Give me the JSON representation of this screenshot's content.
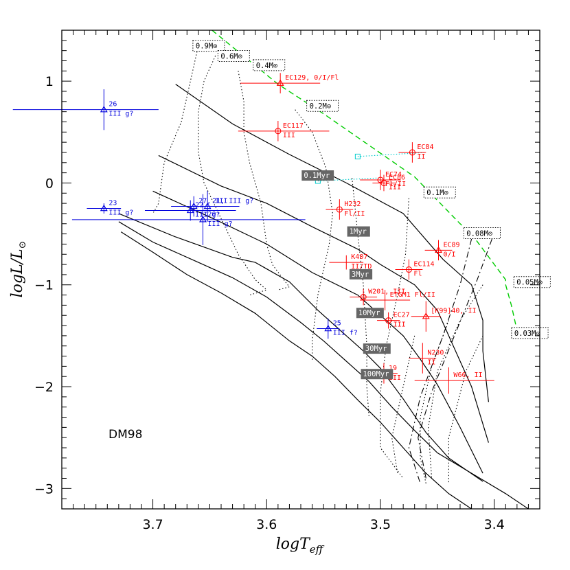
{
  "chart_data": {
    "type": "scatter",
    "xlabel": "logT_eff",
    "ylabel": "logL/L_sun",
    "xlim": [
      3.78,
      3.36
    ],
    "ylim": [
      -3.2,
      1.5
    ],
    "x_ticks": [
      "3.7",
      "3.6",
      "3.5",
      "3.4"
    ],
    "x_tick_values": [
      3.7,
      3.6,
      3.5,
      3.4
    ],
    "y_ticks": [
      "−3",
      "−2",
      "−1",
      "0",
      "1"
    ],
    "y_tick_values": [
      -3,
      -2,
      -1,
      0,
      1
    ],
    "annotation": "DM98",
    "colors": {
      "red": "#ff0000",
      "blue": "#0000dd",
      "green": "#00cc00",
      "cyan": "#00cccc",
      "box": "#666666"
    },
    "isochrones": [
      {
        "label": "0.1Myr",
        "label_at": [
          3.568,
          0.05
        ],
        "points": [
          [
            3.68,
            0.97
          ],
          [
            3.63,
            0.58
          ],
          [
            3.58,
            0.28
          ],
          [
            3.53,
            0.0
          ],
          [
            3.48,
            -0.3
          ],
          [
            3.445,
            -0.75
          ],
          [
            3.42,
            -1.0
          ],
          [
            3.41,
            -1.35
          ],
          [
            3.41,
            -1.65
          ],
          [
            3.405,
            -2.15
          ]
        ]
      },
      {
        "label": "1Myr",
        "label_at": [
          3.528,
          -0.5
        ],
        "points": [
          [
            3.695,
            0.27
          ],
          [
            3.64,
            -0.03
          ],
          [
            3.6,
            -0.2
          ],
          [
            3.56,
            -0.43
          ],
          [
            3.52,
            -0.65
          ],
          [
            3.5,
            -0.8
          ],
          [
            3.47,
            -1.0
          ],
          [
            3.45,
            -1.25
          ],
          [
            3.44,
            -1.5
          ],
          [
            3.42,
            -2.0
          ],
          [
            3.405,
            -2.55
          ]
        ]
      },
      {
        "label": "3Myr",
        "label_at": [
          3.526,
          -0.92
        ],
        "points": [
          [
            3.7,
            -0.08
          ],
          [
            3.645,
            -0.36
          ],
          [
            3.6,
            -0.6
          ],
          [
            3.56,
            -0.88
          ],
          [
            3.52,
            -1.1
          ],
          [
            3.5,
            -1.3
          ],
          [
            3.48,
            -1.5
          ],
          [
            3.465,
            -1.73
          ],
          [
            3.45,
            -1.98
          ],
          [
            3.43,
            -2.4
          ],
          [
            3.41,
            -2.85
          ]
        ]
      },
      {
        "label": "10Myr",
        "label_at": [
          3.52,
          -1.3
        ],
        "points": [
          [
            3.73,
            -0.3
          ],
          [
            3.68,
            -0.53
          ],
          [
            3.63,
            -0.73
          ],
          [
            3.61,
            -0.78
          ],
          [
            3.58,
            -0.97
          ],
          [
            3.555,
            -1.25
          ],
          [
            3.535,
            -1.45
          ],
          [
            3.515,
            -1.65
          ],
          [
            3.5,
            -1.82
          ],
          [
            3.48,
            -2.12
          ],
          [
            3.46,
            -2.45
          ],
          [
            3.44,
            -2.7
          ],
          [
            3.41,
            -2.93
          ]
        ]
      },
      {
        "label": "30Myr",
        "label_at": [
          3.514,
          -1.65
        ],
        "points": [
          [
            3.73,
            -0.38
          ],
          [
            3.7,
            -0.58
          ],
          [
            3.66,
            -0.78
          ],
          [
            3.63,
            -0.93
          ],
          [
            3.6,
            -1.12
          ],
          [
            3.57,
            -1.37
          ],
          [
            3.55,
            -1.55
          ],
          [
            3.53,
            -1.75
          ],
          [
            3.51,
            -1.95
          ],
          [
            3.49,
            -2.2
          ],
          [
            3.47,
            -2.43
          ],
          [
            3.45,
            -2.65
          ],
          [
            3.42,
            -2.85
          ],
          [
            3.39,
            -3.05
          ],
          [
            3.37,
            -3.2
          ]
        ]
      },
      {
        "label": "100Myr",
        "label_at": [
          3.516,
          -1.9
        ],
        "points": [
          [
            3.728,
            -0.48
          ],
          [
            3.7,
            -0.68
          ],
          [
            3.67,
            -0.9
          ],
          [
            3.64,
            -1.08
          ],
          [
            3.61,
            -1.28
          ],
          [
            3.58,
            -1.55
          ],
          [
            3.56,
            -1.7
          ],
          [
            3.54,
            -1.9
          ],
          [
            3.52,
            -2.13
          ],
          [
            3.5,
            -2.35
          ],
          [
            3.48,
            -2.6
          ],
          [
            3.46,
            -2.85
          ],
          [
            3.44,
            -3.05
          ],
          [
            3.42,
            -3.2
          ]
        ]
      }
    ],
    "tracks": [
      {
        "label": "0.9M⊙",
        "label_at": [
          3.663,
          1.32
        ],
        "style": "dotted",
        "points": [
          [
            3.66,
            1.35
          ],
          [
            3.665,
            1.1
          ],
          [
            3.675,
            0.6
          ],
          [
            3.69,
            0.2
          ],
          [
            3.695,
            -0.2
          ],
          [
            3.7,
            -0.3
          ]
        ]
      },
      {
        "label": "0.6M⊙",
        "label_at": [
          3.641,
          1.22
        ],
        "style": "dotted",
        "points": [
          [
            3.645,
            1.25
          ],
          [
            3.655,
            1.0
          ],
          [
            3.66,
            0.7
          ],
          [
            3.66,
            0.3
          ],
          [
            3.655,
            0.0
          ],
          [
            3.64,
            -0.35
          ],
          [
            3.625,
            -0.7
          ],
          [
            3.61,
            -0.95
          ],
          [
            3.6,
            -1.05
          ],
          [
            3.615,
            -1.1
          ]
        ]
      },
      {
        "label": "0.4M⊙",
        "label_at": [
          3.61,
          1.13
        ],
        "style": "dotted",
        "points": [
          [
            3.625,
            1.1
          ],
          [
            3.62,
            0.8
          ],
          [
            3.62,
            0.5
          ],
          [
            3.615,
            0.2
          ],
          [
            3.605,
            -0.2
          ],
          [
            3.6,
            -0.6
          ],
          [
            3.595,
            -0.8
          ],
          [
            3.585,
            -0.95
          ],
          [
            3.58,
            -1.02
          ],
          [
            3.59,
            -1.05
          ]
        ]
      },
      {
        "label": "0.2M⊙",
        "label_at": [
          3.563,
          0.73
        ],
        "style": "dotted",
        "points": [
          [
            3.575,
            0.72
          ],
          [
            3.56,
            0.5
          ],
          [
            3.548,
            0.15
          ],
          [
            3.542,
            -0.3
          ],
          [
            3.545,
            -0.6
          ],
          [
            3.555,
            -1.1
          ],
          [
            3.56,
            -1.55
          ],
          [
            3.56,
            -1.75
          ]
        ]
      },
      {
        "label": "0.1M⊙",
        "label_at": [
          3.46,
          -0.12
        ],
        "style": "dotted",
        "points": [
          [
            3.525,
            0.05
          ],
          [
            3.52,
            -0.5
          ],
          [
            3.515,
            -1.0
          ],
          [
            3.512,
            -1.6
          ],
          [
            3.512,
            -2.0
          ],
          [
            3.51,
            -2.3
          ]
        ]
      },
      {
        "label": "0.08M⊙",
        "label_at": [
          3.425,
          -0.52
        ],
        "style": "dotted",
        "points": [
          [
            3.475,
            -0.15
          ],
          [
            3.478,
            -0.7
          ],
          [
            3.485,
            -1.1
          ],
          [
            3.495,
            -1.6
          ],
          [
            3.5,
            -2.05
          ],
          [
            3.5,
            -2.6
          ],
          [
            3.48,
            -2.9
          ]
        ]
      },
      {
        "label": "",
        "label_at": null,
        "style": "dotted",
        "points": [
          [
            3.47,
            -1.5
          ],
          [
            3.48,
            -2.0
          ],
          [
            3.49,
            -2.5
          ],
          [
            3.485,
            -2.85
          ]
        ]
      },
      {
        "label": "",
        "label_at": null,
        "style": "dotted",
        "points": [
          [
            3.44,
            -1.35
          ],
          [
            3.455,
            -1.8
          ],
          [
            3.465,
            -2.3
          ],
          [
            3.465,
            -2.7
          ],
          [
            3.46,
            -2.95
          ]
        ]
      },
      {
        "label": "0.05M⊙",
        "label_at": [
          3.381,
          -1.0
        ],
        "style": "dotted",
        "points": [
          [
            3.41,
            -1.0
          ],
          [
            3.43,
            -1.35
          ],
          [
            3.45,
            -1.85
          ],
          [
            3.458,
            -2.4
          ],
          [
            3.455,
            -2.9
          ]
        ]
      },
      {
        "label": "0.03M⊙",
        "label_at": [
          3.383,
          -1.5
        ],
        "style": "dotted",
        "points": [
          [
            3.41,
            -1.5
          ],
          [
            3.425,
            -1.85
          ],
          [
            3.44,
            -2.5
          ],
          [
            3.44,
            -2.95
          ]
        ]
      },
      {
        "label": "",
        "label_at": null,
        "style": "dashdot",
        "points": [
          [
            3.42,
            -0.55
          ],
          [
            3.43,
            -1.0
          ],
          [
            3.445,
            -1.5
          ],
          [
            3.465,
            -2.1
          ],
          [
            3.475,
            -2.6
          ],
          [
            3.465,
            -2.95
          ]
        ]
      },
      {
        "label": "",
        "label_at": null,
        "style": "dashdot",
        "points": [
          [
            3.402,
            -0.55
          ],
          [
            3.415,
            -0.95
          ],
          [
            3.435,
            -1.5
          ],
          [
            3.455,
            -2.05
          ],
          [
            3.467,
            -2.5
          ],
          [
            3.46,
            -2.9
          ]
        ]
      }
    ],
    "green_boundary": [
      [
        3.648,
        1.5
      ],
      [
        3.59,
        0.97
      ],
      [
        3.55,
        0.68
      ],
      [
        3.47,
        0.06
      ],
      [
        3.43,
        -0.4
      ],
      [
        3.42,
        -0.5
      ],
      [
        3.39,
        -0.95
      ],
      [
        3.39,
        -1.0
      ],
      [
        3.385,
        -1.2
      ],
      [
        3.38,
        -1.45
      ]
    ],
    "cyan_links": [
      {
        "from": [
          3.52,
          0.26
        ],
        "to": [
          3.46,
          0.3
        ]
      },
      {
        "from": [
          3.555,
          0.02
        ],
        "to": [
          3.5,
          0.05
        ]
      }
    ],
    "red_points": [
      {
        "name": "EC129, 0/I/Fl",
        "x": 3.588,
        "y": 0.98,
        "marker": "triangle",
        "xerr": [
          0.035,
          0.035
        ],
        "yerr": [
          0.1,
          0.1
        ]
      },
      {
        "name": "EC117",
        "sub": "III",
        "x": 3.59,
        "y": 0.51,
        "marker": "circle",
        "xerr": [
          0.035,
          0.045
        ],
        "yerr": [
          0.1,
          0.1
        ]
      },
      {
        "name": "EC84",
        "sub": "II",
        "x": 3.472,
        "y": 0.3,
        "marker": "circle",
        "xerr": [
          0.012,
          0.012
        ],
        "yerr": [
          0.1,
          0.1
        ]
      },
      {
        "name": "EC74",
        "sub": "Fl/II",
        "x": 3.5,
        "y": 0.03,
        "marker": "circle",
        "xerr": [
          0.018,
          0.018
        ],
        "yerr": [
          0.1,
          0.1
        ]
      },
      {
        "name": "EC86",
        "sub": "III",
        "x": 3.497,
        "y": 0.0,
        "marker": "circle",
        "xerr": [
          0.01,
          0.01
        ],
        "yerr": [
          0.08,
          0.08
        ]
      },
      {
        "name": "H232",
        "sub": "Fl/II",
        "x": 3.536,
        "y": -0.26,
        "marker": "circle",
        "xerr": [
          0.012,
          0.012
        ],
        "yerr": [
          0.1,
          0.1
        ]
      },
      {
        "name": "EC89",
        "sub": "0/I",
        "x": 3.449,
        "y": -0.66,
        "marker": "triangle",
        "xerr": [
          0.012,
          0.012
        ],
        "yerr": [
          0.1,
          0.1
        ]
      },
      {
        "name": "EC114",
        "sub": "Fl",
        "x": 3.475,
        "y": -0.85,
        "marker": "circle",
        "xerr": [
          0.012,
          0.012
        ],
        "yerr": [
          0.1,
          0.1
        ]
      },
      {
        "name": "K407",
        "sub": "II/TD",
        "x": 3.53,
        "y": -0.78,
        "marker": "none",
        "xerr": [
          0.015,
          0.015
        ],
        "yerr": [
          0.07,
          0.07
        ]
      },
      {
        "name": "W201, III",
        "x": 3.515,
        "y": -1.12,
        "marker": "circle",
        "xerr": [
          0.012,
          0.012
        ],
        "yerr": [
          0.08,
          0.08
        ]
      },
      {
        "name": "ETGM1 Fl/II",
        "x": 3.496,
        "y": -1.15,
        "marker": "none",
        "xerr": [
          0.022,
          0.022
        ],
        "yerr": [
          0.1,
          0.1
        ]
      },
      {
        "name": "EC27",
        "sub": "III",
        "x": 3.493,
        "y": -1.35,
        "marker": "circle",
        "xerr": [
          0.01,
          0.01
        ],
        "yerr": [
          0.08,
          0.08
        ]
      },
      {
        "name": "[K99]40, II",
        "x": 3.46,
        "y": -1.31,
        "marker": "triangle",
        "xerr": [
          0.013,
          0.013
        ],
        "yerr": [
          0.15,
          0.15
        ]
      },
      {
        "name": "N230",
        "sub": "II",
        "x": 3.463,
        "y": -1.72,
        "marker": "none",
        "xerr": [
          0.012,
          0.012
        ],
        "yerr": [
          0.15,
          0.15
        ]
      },
      {
        "name": "19",
        "sub": "III",
        "x": 3.497,
        "y": -1.87,
        "marker": "circle",
        "xerr": [
          0.012,
          0.012
        ],
        "yerr": [
          0.1,
          0.1
        ]
      },
      {
        "name": "W66, II",
        "x": 3.44,
        "y": -1.94,
        "marker": "none",
        "xerr": [
          0.03,
          0.04
        ],
        "yerr": [
          0.13,
          0.13
        ]
      }
    ],
    "blue_points": [
      {
        "name": "26",
        "sub": "III g?",
        "x": 3.743,
        "y": 0.72,
        "marker": "triangle",
        "xerr": [
          0.08,
          0.048
        ],
        "yerr": [
          0.2,
          0.2
        ]
      },
      {
        "name": "23",
        "sub": "III g?",
        "x": 3.743,
        "y": -0.25,
        "marker": "triangle",
        "xerr": [
          0.015,
          0.015
        ],
        "yerr": [
          0.05,
          0.05
        ]
      },
      {
        "name": "27, III",
        "x": 3.664,
        "y": -0.23,
        "marker": "triangle",
        "xerr": [
          0.02,
          0.02
        ],
        "yerr": [
          0.1,
          0.1
        ]
      },
      {
        "name": "22",
        "sub": "III g?",
        "x": 3.667,
        "y": -0.27,
        "marker": "triangle",
        "xerr": [
          0.04,
          0.04
        ],
        "yerr": [
          0.1,
          0.1
        ]
      },
      {
        "name": "21, III g?",
        "x": 3.652,
        "y": -0.23,
        "marker": "triangle",
        "xerr": [
          0.028,
          0.028
        ],
        "yerr": [
          0.15,
          0.15
        ]
      },
      {
        "name": "20",
        "sub": "III g?",
        "x": 3.656,
        "y": -0.36,
        "marker": "triangle",
        "xerr": [
          0.115,
          0.09
        ],
        "yerr": [
          0.25,
          0.25
        ]
      },
      {
        "name": "25",
        "sub": "III f?",
        "x": 3.546,
        "y": -1.43,
        "marker": "triangle",
        "xerr": [
          0.01,
          0.01
        ],
        "yerr": [
          0.1,
          0.1
        ]
      }
    ]
  }
}
